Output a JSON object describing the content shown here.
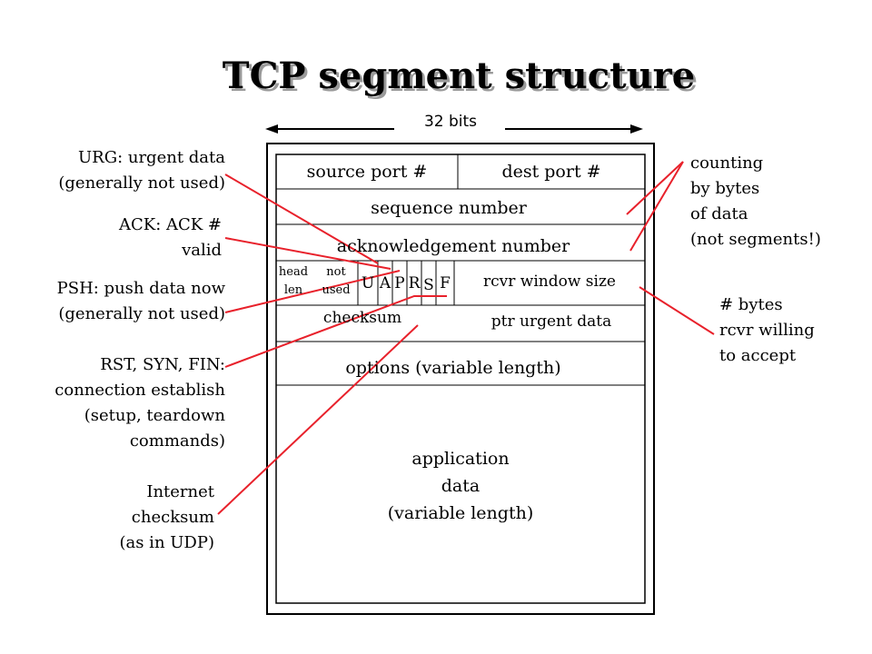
{
  "title": "TCP segment structure",
  "width_label": "32 bits",
  "fields": {
    "source_port": "source port #",
    "dest_port": "dest port #",
    "sequence_number": "sequence number",
    "ack_number": "acknowledgement number",
    "head_len": [
      "head",
      "len"
    ],
    "not_used": [
      "not",
      "used"
    ],
    "flags": [
      "U",
      "A",
      "P",
      "R",
      "S",
      "F"
    ],
    "rcvr_window": "rcvr window size",
    "checksum": "checksum",
    "urgent_ptr": "ptr urgent data",
    "options": "options (variable length)",
    "app_data": [
      "application",
      "data",
      "(variable length)"
    ]
  },
  "annotations": {
    "urg": [
      "URG: urgent data",
      "(generally not used)"
    ],
    "ack": [
      "ACK: ACK #",
      "valid"
    ],
    "psh": [
      "PSH: push data now",
      "(generally not used)"
    ],
    "rsf": [
      "RST, SYN, FIN:",
      "connection establish",
      "(setup, teardown",
      "commands)"
    ],
    "checksum": [
      "Internet",
      "checksum",
      "(as in UDP)"
    ],
    "counting": [
      "counting",
      "by bytes",
      "of data",
      "(not segments!)"
    ],
    "window": [
      "# bytes",
      "rcvr willing",
      "to accept"
    ]
  },
  "colors": {
    "pointer_lines": "#e8212b",
    "frame": "#000000",
    "title_shadow": "#9a9a9a"
  }
}
